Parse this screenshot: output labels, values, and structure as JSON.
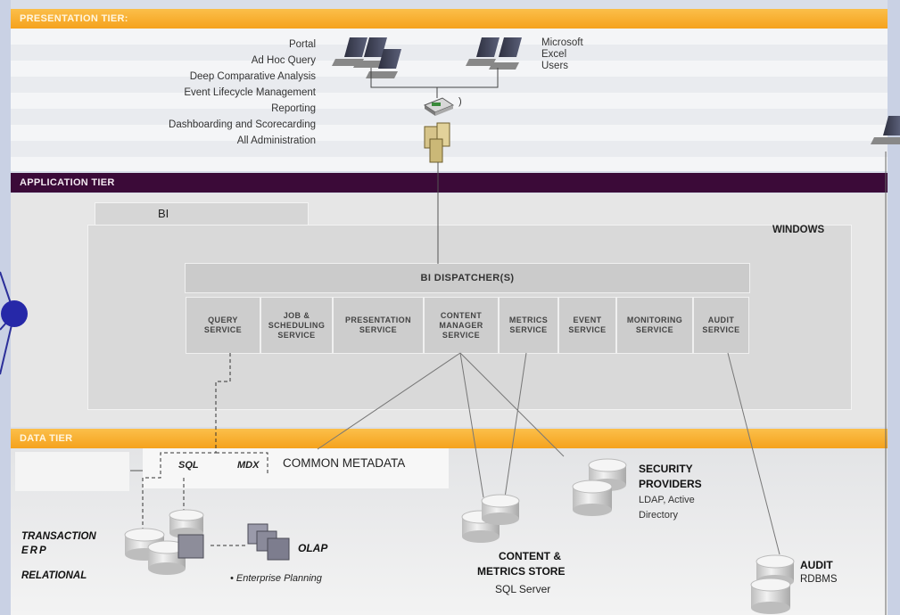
{
  "tiers": {
    "presentation": "PRESENTATION TIER:",
    "application": "APPLICATION TIER",
    "data": "DATA TIER"
  },
  "presentation": {
    "capabilities": [
      "Portal",
      "Ad Hoc Query",
      "Deep Comparative Analysis",
      "Event Lifecycle Management",
      "Reporting",
      "Dashboarding and Scorecarding",
      "All Administration"
    ],
    "excel_users": [
      "Microsoft",
      "Excel",
      "Users"
    ],
    "paren": ")"
  },
  "application": {
    "bi_label": "BI",
    "windows_label": "WINDOWS",
    "dispatcher_label": "BI DISPATCHER(S)",
    "services": [
      {
        "label": "QUERY\nSERVICE"
      },
      {
        "label": "JOB &\nSCHEDULING\nSERVICE"
      },
      {
        "label": "PRESENTATION\nSERVICE"
      },
      {
        "label": "CONTENT\nMANAGER\nSERVICE"
      },
      {
        "label": "METRICS\nSERVICE"
      },
      {
        "label": "EVENT\nSERVICE"
      },
      {
        "label": "MONITORING\nSERVICE"
      },
      {
        "label": "AUDIT\nSERVICE"
      }
    ]
  },
  "data": {
    "common_metadata": "COMMON METADATA",
    "sql": "SQL",
    "mdx": "MDX",
    "transaction": "TRANSACTION",
    "erp": "ERP",
    "relational": "RELATIONAL",
    "olap": "OLAP",
    "enterprise_planning": "• Enterprise Planning",
    "content_store_1": "CONTENT &",
    "content_store_2": "METRICS STORE",
    "content_store_db": "SQL Server",
    "security_1": "SECURITY",
    "security_2": "PROVIDERS",
    "security_sub1": "LDAP, Active",
    "security_sub2": "Directory",
    "audit": "AUDIT",
    "audit_db": "RDBMS"
  }
}
